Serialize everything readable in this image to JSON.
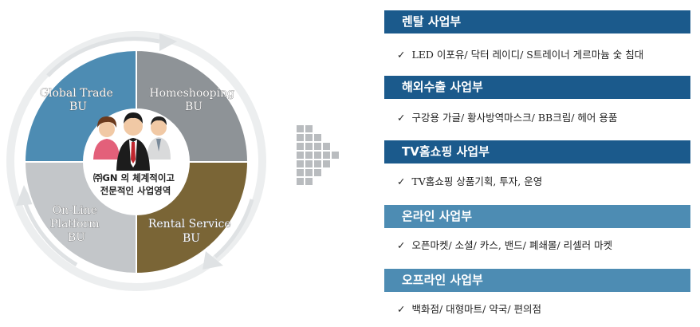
{
  "wheel": {
    "segments": [
      {
        "label_lines": [
          "Global Trade",
          "BU"
        ],
        "color": "#4d8cb3"
      },
      {
        "label_lines": [
          "Homeshooping",
          "BU"
        ],
        "color": "#8e9397"
      },
      {
        "label_lines": [
          "Rental Service",
          "BU"
        ],
        "color": "#7a6536"
      },
      {
        "label_lines": [
          "On-Line",
          "Platform",
          "BU"
        ],
        "color": "#c3c6c9"
      }
    ],
    "center_lines": [
      "㈜GN 의 체계적이고",
      "전문적인 사업영역"
    ]
  },
  "divisions": [
    {
      "title": "렌탈 사업부",
      "items": [
        "LED 이포유/ 닥터 레이디/ S트레이너 게르마늄 숯 침대"
      ],
      "color": "#1b5a8c"
    },
    {
      "title": "해외수출 사업부",
      "items": [
        "구강용 가글/ 황사방역마스크/ BB크림/ 헤어 용품"
      ],
      "color": "#1b5a8c"
    },
    {
      "title": "TV홈쇼핑 사업부",
      "items": [
        "TV홈쇼핑 상품기획, 투자, 운영"
      ],
      "color": "#1b5a8c"
    },
    {
      "title": "온라인 사업부",
      "items": [
        "오픈마켓/ 소셜/ 카스, 밴드/ 폐쇄몰/ 리셀러 마켓"
      ],
      "color": "#4d8cb3"
    },
    {
      "title": "오프라인 사업부",
      "items": [
        "백화점/ 대형마트/ 약국/ 편의점"
      ],
      "color": "#4d8cb3"
    }
  ]
}
